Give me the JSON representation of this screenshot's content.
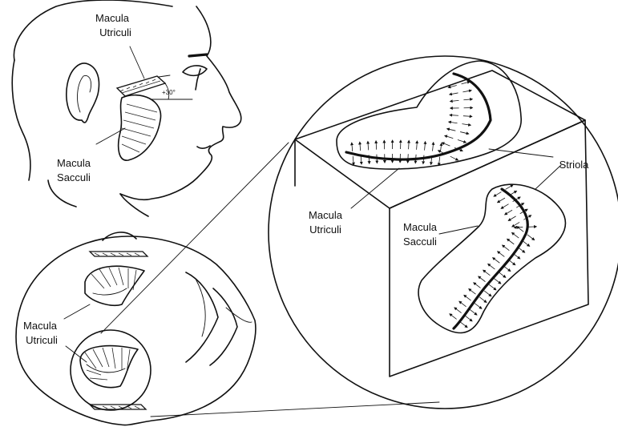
{
  "labels": {
    "head_utriculi": [
      "Macula",
      "Utriculi"
    ],
    "head_sacculi": [
      "Macula",
      "Sacculi"
    ],
    "angle": "+30°",
    "ball_utriculi": [
      "Macula",
      "Utriculi"
    ],
    "cube_utriculi": [
      "Macula",
      "Utriculi"
    ],
    "cube_sacculi": [
      "Macula",
      "Sacculi"
    ],
    "striola": "Striola"
  }
}
